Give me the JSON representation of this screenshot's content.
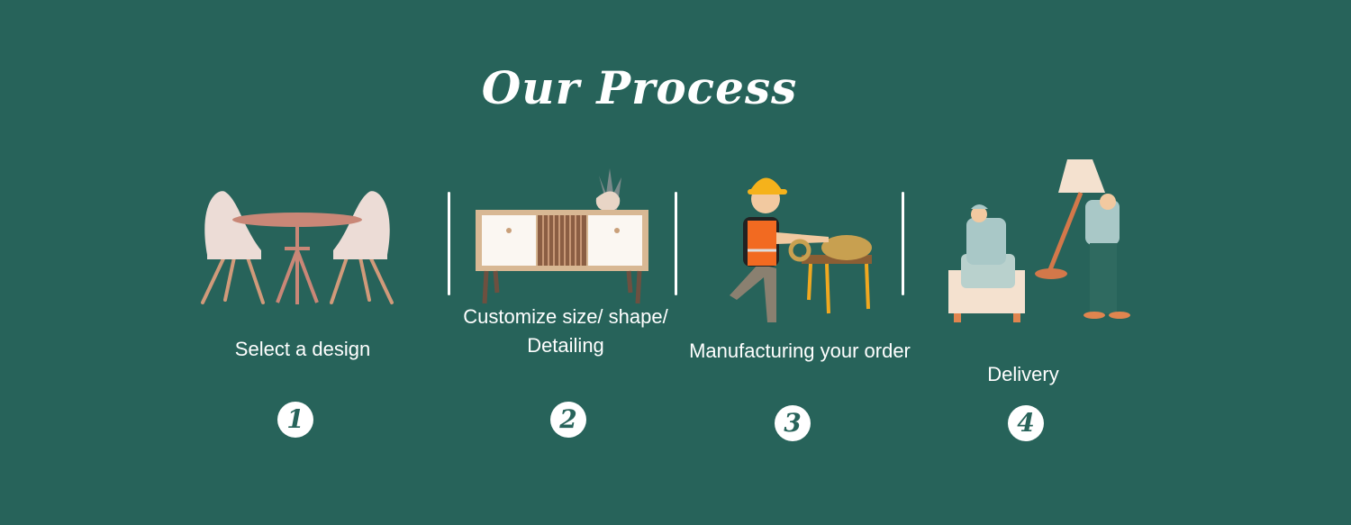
{
  "title": "Our Process",
  "steps": [
    {
      "label": "Select a design",
      "number": "1",
      "icon": "dining-set-illustration"
    },
    {
      "label": "Customize size/ shape/ Detailing",
      "number": "2",
      "icon": "sideboard-illustration"
    },
    {
      "label": "Manufacturing your order",
      "number": "3",
      "icon": "carpenter-illustration"
    },
    {
      "label": "Delivery",
      "number": "4",
      "icon": "delivery-workers-illustration"
    }
  ],
  "colors": {
    "background": "#27635a",
    "text": "#ffffff"
  }
}
